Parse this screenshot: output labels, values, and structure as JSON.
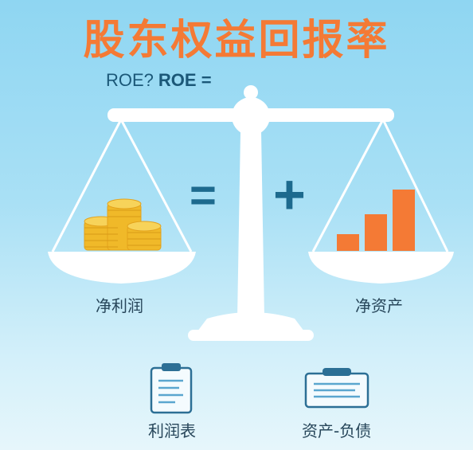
{
  "title": "股东权益回报率",
  "formula": {
    "question": "ROE?",
    "expression": "ROE ="
  },
  "operators": {
    "equals": "=",
    "plus": "+"
  },
  "scale": {
    "left_label": "净利润",
    "right_label": "净资产"
  },
  "documents": [
    {
      "label": "利润表",
      "icon": "clipboard-icon"
    },
    {
      "label": "资产-负债",
      "icon": "balance-sheet-icon"
    }
  ],
  "colors": {
    "title": "#f47a35",
    "text_dark": "#1b5878",
    "operator": "#1d6a8e",
    "bars": "#f47a35",
    "coins": "#f3c53a",
    "scale": "#ffffff"
  },
  "icons": [
    "coins-icon",
    "bar-chart-icon",
    "clipboard-icon",
    "balance-sheet-icon"
  ]
}
